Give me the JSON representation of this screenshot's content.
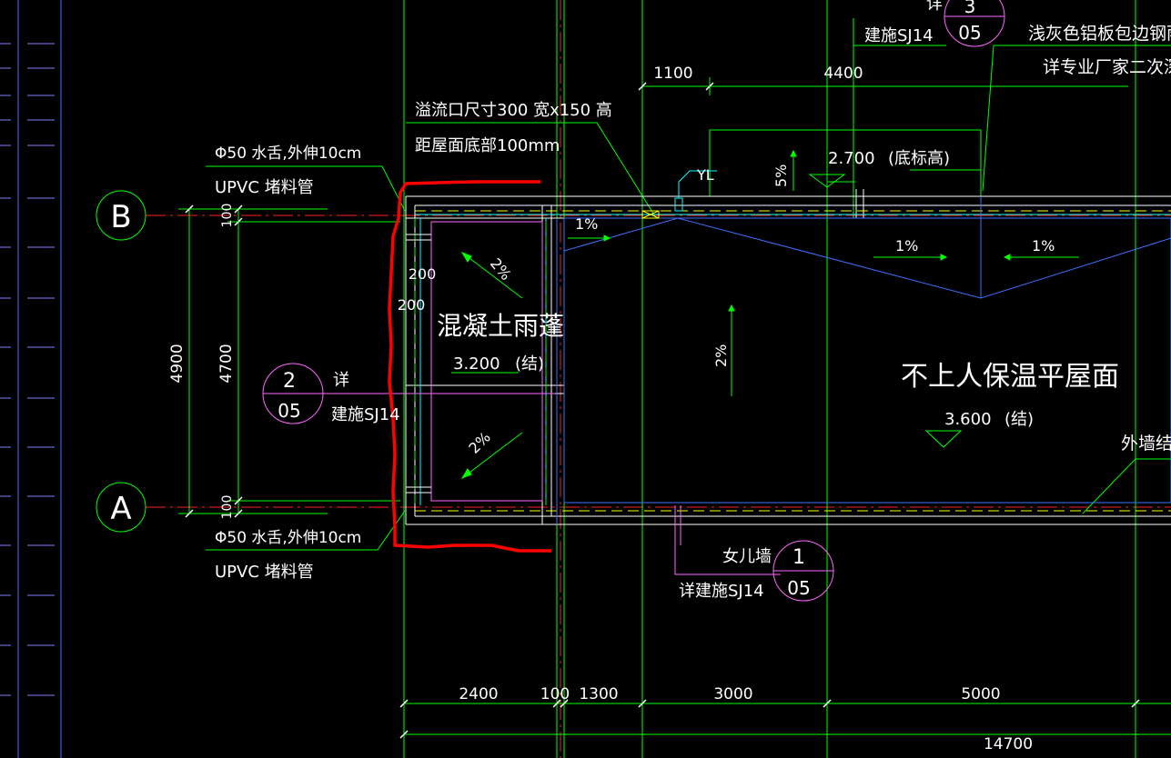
{
  "colors": {
    "background": "#000000",
    "axis_red": "#ff2020",
    "dim_green": "#00ff00",
    "wall_white": "#ffffff",
    "blue": "#3f6fff",
    "magenta": "#ff66ff",
    "cyan": "#00ffff",
    "yellow": "#ffff00",
    "markup_red": "#ff0000"
  },
  "axes": {
    "B": "B",
    "A": "A"
  },
  "dims_bottom": [
    "2400",
    "100",
    "1300",
    "3000",
    "5000"
  ],
  "dim_total": "14700",
  "dims_top": [
    "1100",
    "4400"
  ],
  "dims_left": [
    "4900",
    "4700",
    "100",
    "100"
  ],
  "dims_canopy": [
    "200",
    "200"
  ],
  "details": {
    "d3": {
      "num": "3",
      "sheet": "05",
      "ref": "建施SJ14",
      "ref_prefix": "详"
    },
    "d2": {
      "num": "2",
      "sheet": "05",
      "ref_prefix": "详",
      "ref": "建施SJ14"
    },
    "d1": {
      "num": "1",
      "sheet": "05",
      "label": "女儿墙",
      "ref": "详建施SJ14"
    }
  },
  "notes": {
    "overflow_1": "溢流口尺寸300  宽x150  高",
    "overflow_2": "距屋面底部100mm",
    "spout_top_1": "Φ50  水舌,外伸10cm",
    "spout_top_2": "UPVC   堵料管",
    "spout_bot_1": "Φ50  水舌,外伸10cm",
    "spout_bot_2": "UPVC   堵料管",
    "awning_1": "浅灰色铝板包边钢雨",
    "awning_2": "详专业厂家二次深",
    "wall_finish": "外墙结",
    "yl": "YL"
  },
  "canopy": {
    "title": "混凝土雨蓬",
    "elev": "3.200",
    "elev_note": "(结)",
    "slope": "2%"
  },
  "roof": {
    "title": "不上人保温平屋面",
    "elev": "3.600",
    "elev_note": "(结)"
  },
  "upper": {
    "elev": "2.700",
    "elev_note": "(底标高)",
    "slope": "5%"
  },
  "slopes": {
    "s1": "1%",
    "s2": "1%",
    "s3": "1%",
    "s4": "2%"
  }
}
